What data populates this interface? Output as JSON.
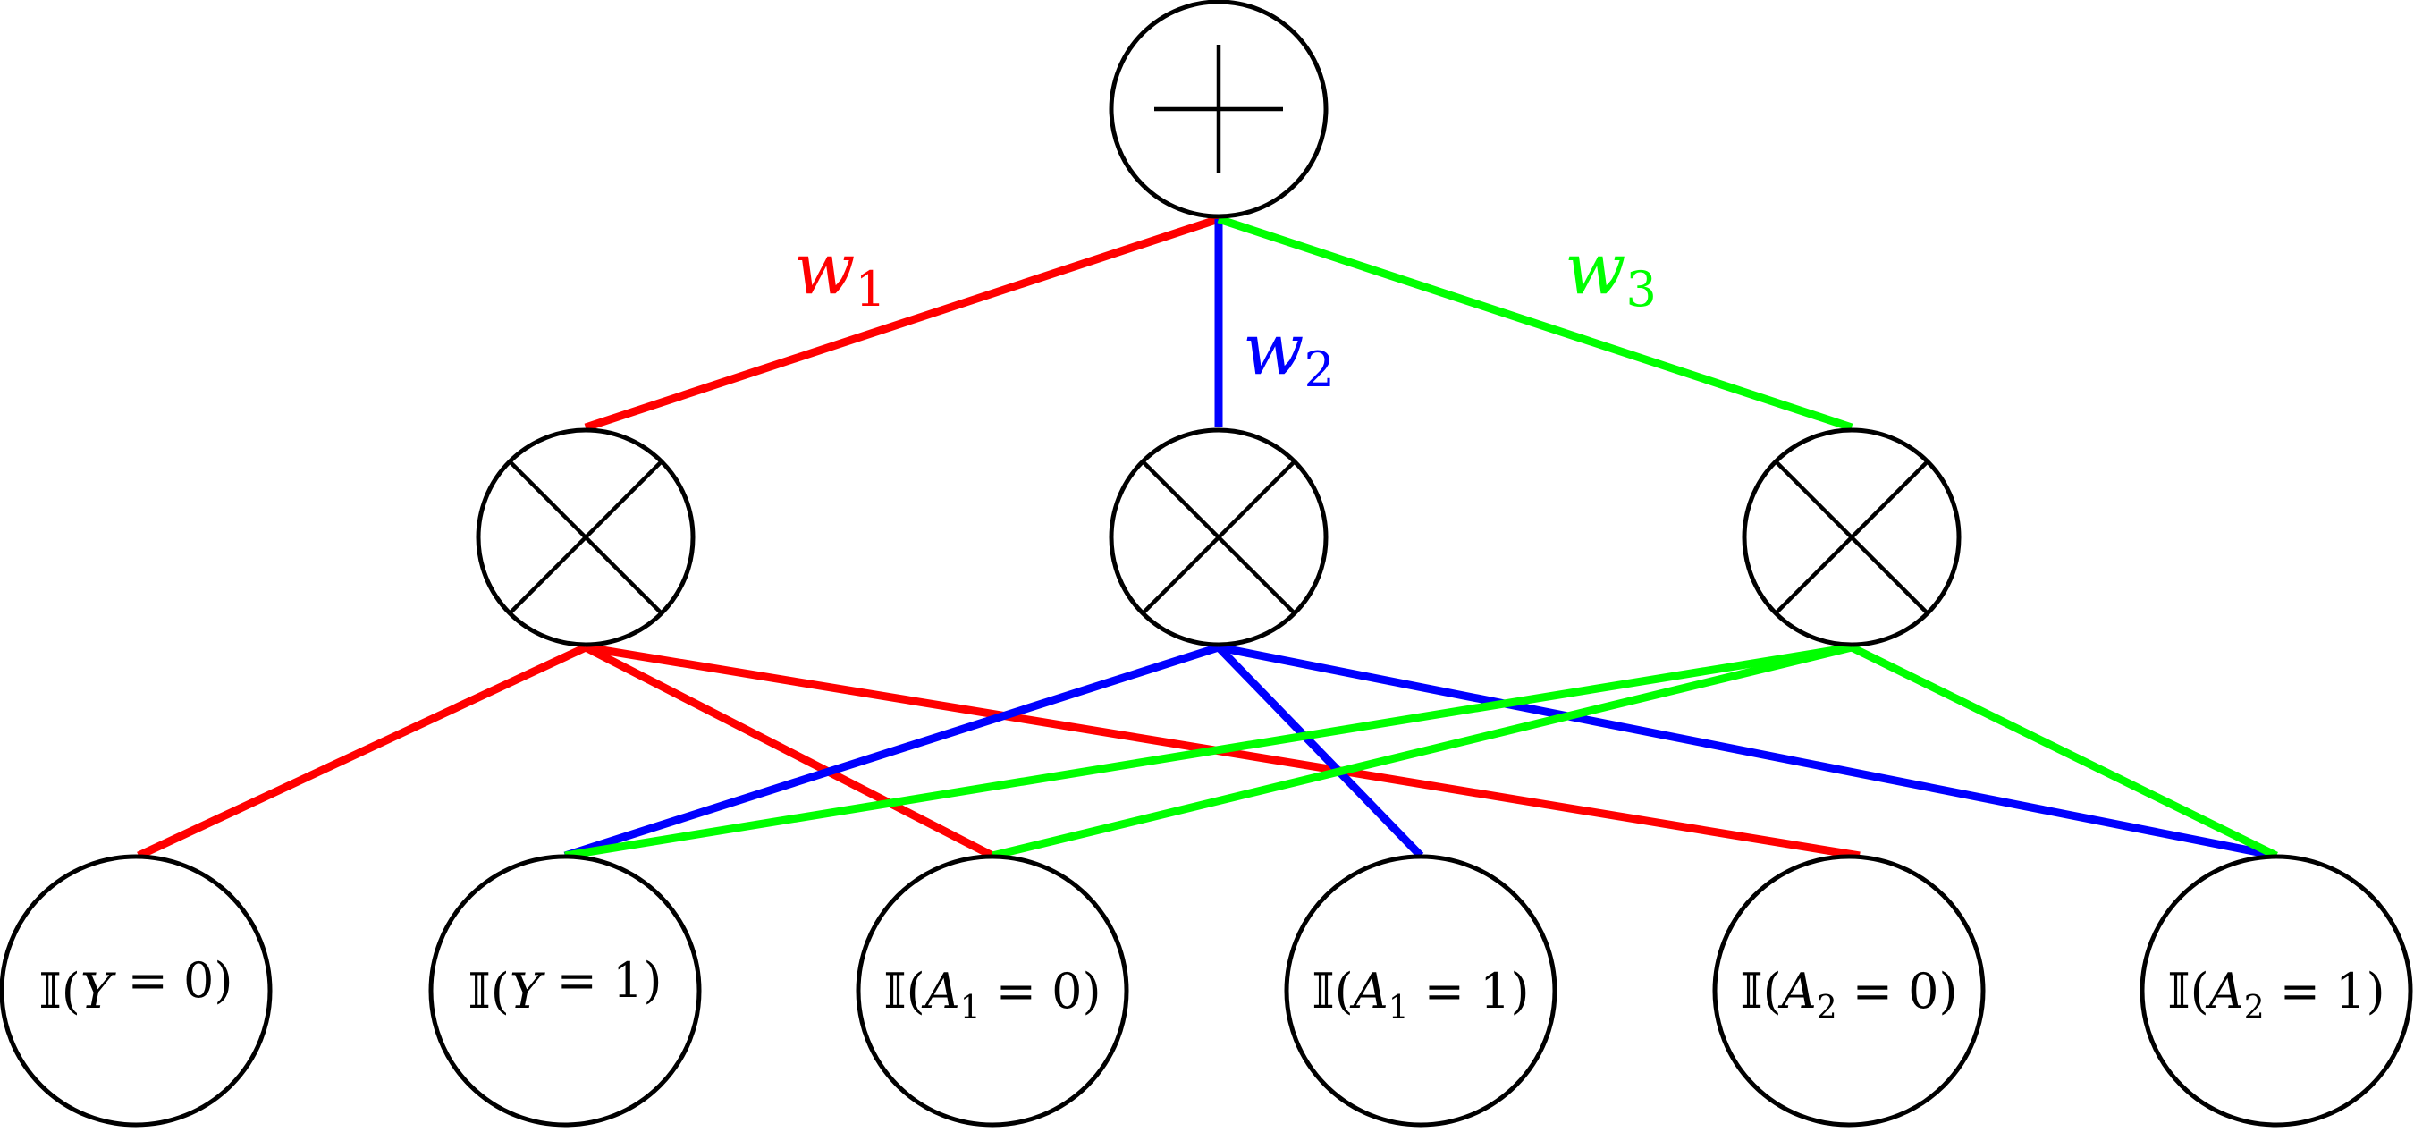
{
  "colors": {
    "w1": "#ff0000",
    "w2": "#0000ff",
    "w3": "#00ff00",
    "node_stroke": "#000000",
    "background": "#ffffff"
  },
  "sum_node": {
    "symbol": "plus-icon"
  },
  "product_nodes": [
    {
      "id": "p1",
      "symbol": "times-icon",
      "weight": "w1"
    },
    {
      "id": "p2",
      "symbol": "times-icon",
      "weight": "w2"
    },
    {
      "id": "p3",
      "symbol": "times-icon",
      "weight": "w3"
    }
  ],
  "weights": [
    {
      "id": "w1",
      "base": "w",
      "sub": "1"
    },
    {
      "id": "w2",
      "base": "w",
      "sub": "2"
    },
    {
      "id": "w3",
      "base": "w",
      "sub": "3"
    }
  ],
  "leaves": [
    {
      "id": "y0",
      "prefix": "𝕀(",
      "var": "Y",
      "sub": "",
      "rest": " = 0)"
    },
    {
      "id": "y1",
      "prefix": "𝕀(",
      "var": "Y",
      "sub": "",
      "rest": " = 1)"
    },
    {
      "id": "a10",
      "prefix": "𝕀(",
      "var": "A",
      "sub": "1",
      "rest": " = 0)"
    },
    {
      "id": "a11",
      "prefix": "𝕀(",
      "var": "A",
      "sub": "1",
      "rest": " = 1)"
    },
    {
      "id": "a20",
      "prefix": "𝕀(",
      "var": "A",
      "sub": "2",
      "rest": " = 0)"
    },
    {
      "id": "a21",
      "prefix": "𝕀(",
      "var": "A",
      "sub": "2",
      "rest": " = 1)"
    }
  ],
  "edges": [
    {
      "from": "sum",
      "to": "p1",
      "color": "w1"
    },
    {
      "from": "sum",
      "to": "p2",
      "color": "w2"
    },
    {
      "from": "sum",
      "to": "p3",
      "color": "w3"
    },
    {
      "from": "p1",
      "to": "y0",
      "color": "w1"
    },
    {
      "from": "p1",
      "to": "a10",
      "color": "w1"
    },
    {
      "from": "p1",
      "to": "a20",
      "color": "w1"
    },
    {
      "from": "p2",
      "to": "y1",
      "color": "w2"
    },
    {
      "from": "p2",
      "to": "a11",
      "color": "w2"
    },
    {
      "from": "p2",
      "to": "a21",
      "color": "w2"
    },
    {
      "from": "p3",
      "to": "y1",
      "color": "w3"
    },
    {
      "from": "p3",
      "to": "a10",
      "color": "w3"
    },
    {
      "from": "p3",
      "to": "a21",
      "color": "w3"
    }
  ]
}
